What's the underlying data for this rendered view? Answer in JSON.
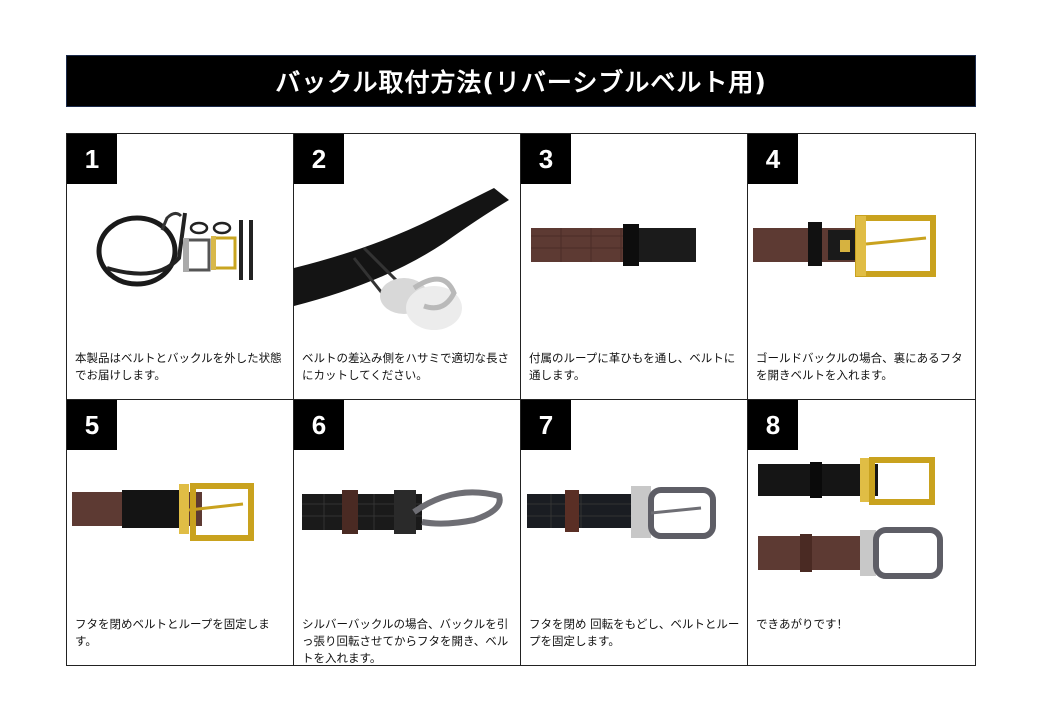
{
  "title": "バックル取付方法(リバーシブルベルト用)",
  "steps": [
    {
      "number": "1",
      "text": "本製品はベルトとバックルを外した状態でお届けします。"
    },
    {
      "number": "2",
      "text": "ベルトの差込み側をハサミで適切な長さにカットしてください。"
    },
    {
      "number": "3",
      "text": "付属のループに革ひもを通し、ベルトに通します。"
    },
    {
      "number": "4",
      "text": "ゴールドバックルの場合、裏にあるフタを開きベルトを入れます。"
    },
    {
      "number": "5",
      "text": "フタを閉めベルトとループを固定します。"
    },
    {
      "number": "6",
      "text": "シルバーバックルの場合、バックルを引っ張り回転させてからフタを開き、ベルトを入れます。"
    },
    {
      "number": "7",
      "text": "フタを閉め 回転をもどし、ベルトとループを固定します。"
    },
    {
      "number": "8",
      "text": "できあがりです！"
    }
  ]
}
